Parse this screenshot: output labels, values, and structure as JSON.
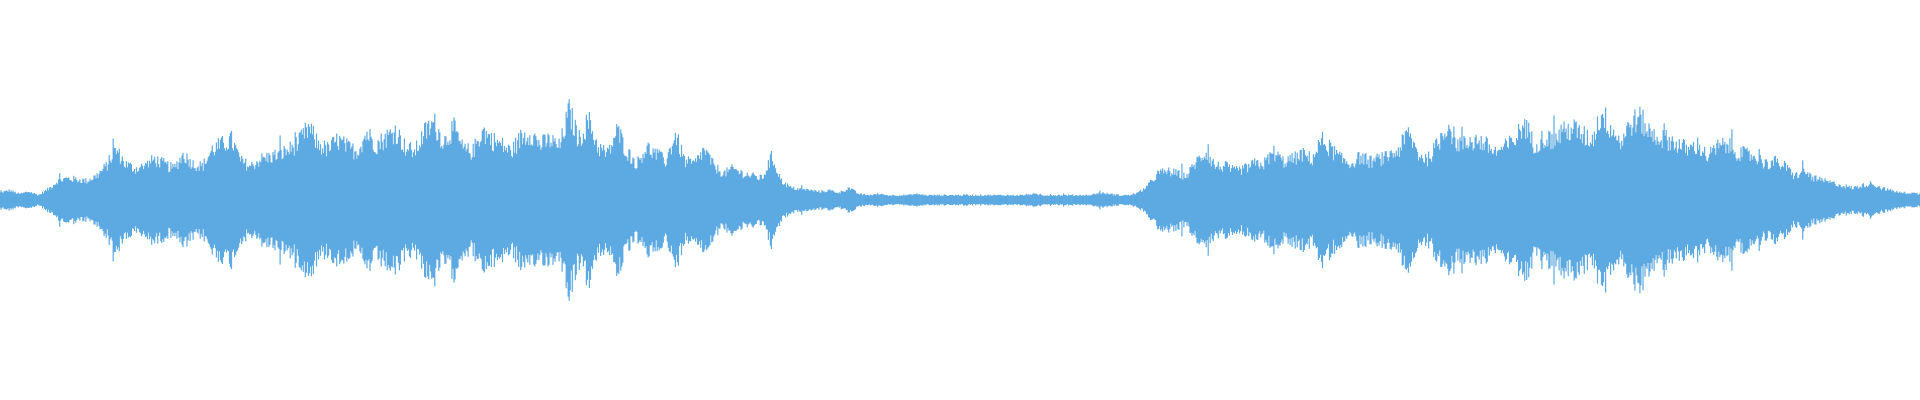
{
  "waveform": {
    "color": "#5DA9E1",
    "background": "#FFFFFF",
    "description_segments": [
      {
        "segment": "active-1",
        "relative_amplitude": 0.55
      },
      {
        "segment": "quiet",
        "relative_amplitude": 0.03
      },
      {
        "segment": "active-2",
        "relative_amplitude": 0.6
      }
    ],
    "envelope_peaks": [
      0.06,
      0.08,
      0.05,
      0.07,
      0.04,
      0.09,
      0.16,
      0.18,
      0.17,
      0.16,
      0.2,
      0.28,
      0.42,
      0.3,
      0.26,
      0.28,
      0.34,
      0.3,
      0.26,
      0.38,
      0.3,
      0.28,
      0.42,
      0.46,
      0.5,
      0.32,
      0.28,
      0.34,
      0.36,
      0.38,
      0.42,
      0.48,
      0.6,
      0.46,
      0.42,
      0.5,
      0.44,
      0.4,
      0.56,
      0.46,
      0.52,
      0.58,
      0.44,
      0.4,
      0.56,
      0.64,
      0.48,
      0.6,
      0.42,
      0.4,
      0.58,
      0.5,
      0.46,
      0.4,
      0.52,
      0.56,
      0.46,
      0.5,
      0.44,
      0.74,
      0.5,
      0.66,
      0.44,
      0.38,
      0.58,
      0.4,
      0.3,
      0.44,
      0.38,
      0.32,
      0.54,
      0.32,
      0.3,
      0.42,
      0.28,
      0.22,
      0.26,
      0.22,
      0.2,
      0.18,
      0.36,
      0.16,
      0.1,
      0.09,
      0.08,
      0.07,
      0.08,
      0.06,
      0.1,
      0.05,
      0.04,
      0.05,
      0.04,
      0.04,
      0.04,
      0.05,
      0.04,
      0.04,
      0.04,
      0.04,
      0.04,
      0.04,
      0.04,
      0.04,
      0.04,
      0.04,
      0.04,
      0.05,
      0.04,
      0.04,
      0.04,
      0.04,
      0.04,
      0.04,
      0.06,
      0.05,
      0.04,
      0.04,
      0.06,
      0.12,
      0.22,
      0.24,
      0.22,
      0.2,
      0.32,
      0.4,
      0.28,
      0.28,
      0.24,
      0.26,
      0.3,
      0.3,
      0.4,
      0.32,
      0.34,
      0.38,
      0.34,
      0.5,
      0.42,
      0.34,
      0.3,
      0.36,
      0.32,
      0.34,
      0.36,
      0.42,
      0.56,
      0.38,
      0.34,
      0.46,
      0.64,
      0.48,
      0.46,
      0.5,
      0.46,
      0.4,
      0.44,
      0.5,
      0.64,
      0.46,
      0.52,
      0.5,
      0.56,
      0.6,
      0.54,
      0.5,
      0.72,
      0.6,
      0.48,
      0.64,
      0.68,
      0.56,
      0.52,
      0.5,
      0.46,
      0.42,
      0.46,
      0.36,
      0.44,
      0.46,
      0.4,
      0.38,
      0.36,
      0.3,
      0.32,
      0.28,
      0.2,
      0.24,
      0.18,
      0.16,
      0.14,
      0.12,
      0.1,
      0.12,
      0.14,
      0.1,
      0.08,
      0.06,
      0.06,
      0.05
    ]
  }
}
